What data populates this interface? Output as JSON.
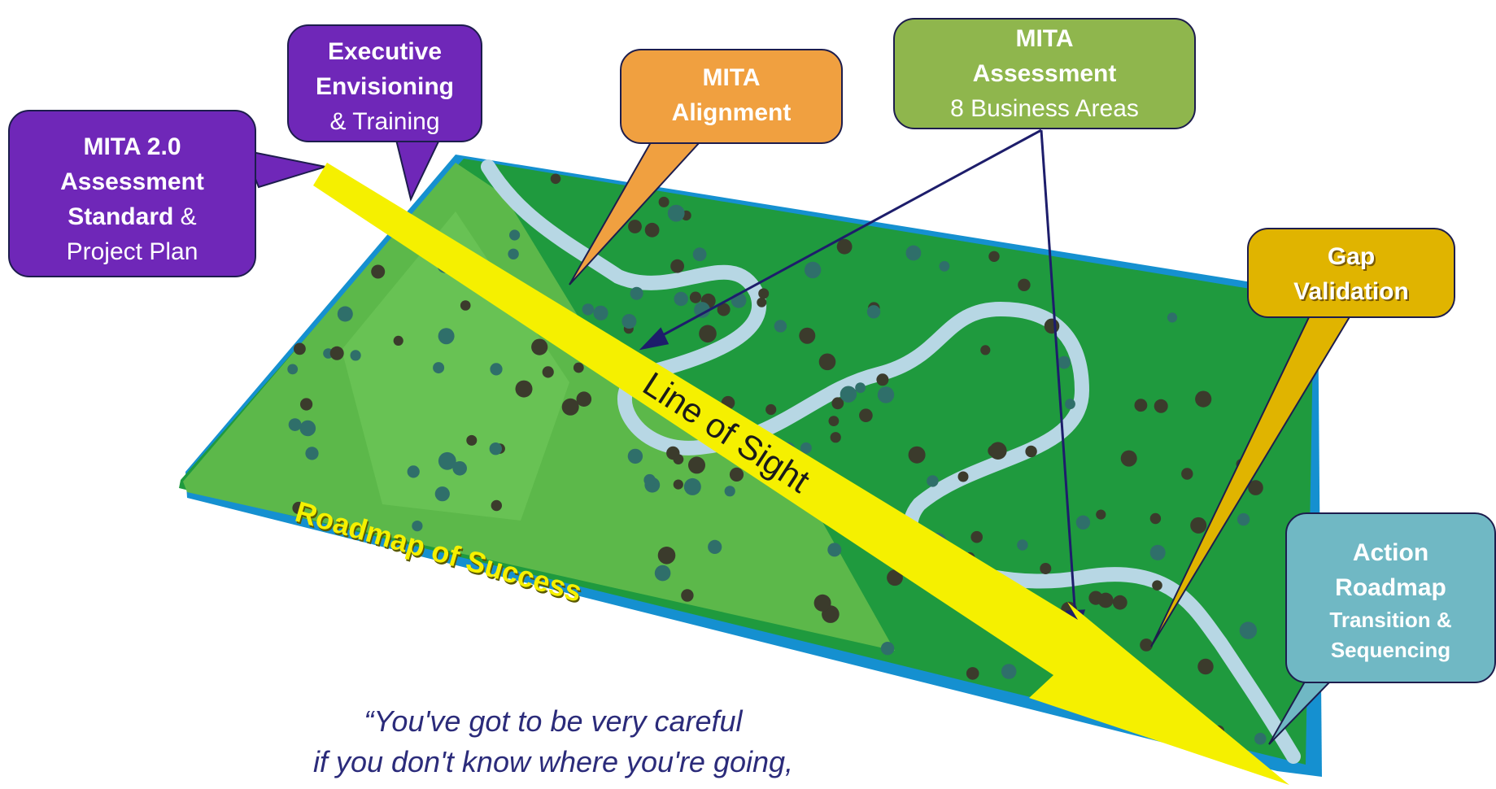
{
  "callouts": {
    "mita20": {
      "line1": "MITA 2.0",
      "line2": "Assessment",
      "line3_bold": "Standard",
      "line3_rest": " &",
      "line4": "Project Plan"
    },
    "executive": {
      "line1": "Executive",
      "line2": "Envisioning",
      "line3": "& Training"
    },
    "alignment": {
      "line1": "MITA",
      "line2": "Alignment"
    },
    "assessment": {
      "line1": "MITA",
      "line2": "Assessment",
      "line3": "8 Business Areas"
    },
    "gap": {
      "line1": "Gap",
      "line2": "Validation"
    },
    "action": {
      "line1": "Action",
      "line2": "Roadmap",
      "line3": "Transition &",
      "line4": "Sequencing"
    }
  },
  "line_of_sight": "Line of Sight",
  "roadmap_label": "Roadmap of Success",
  "quote": {
    "line1": "“You've got to be very careful",
    "line2": "if you don't know where you're going,"
  },
  "colors": {
    "purple": "#6f27b8",
    "orange": "#f0a040",
    "olive_green": "#8fb64d",
    "gold": "#e0b400",
    "teal": "#70b8c4",
    "arrow_yellow": "#f5f000",
    "land_green": "#1f9a3e",
    "river": "#b7d7e4"
  }
}
